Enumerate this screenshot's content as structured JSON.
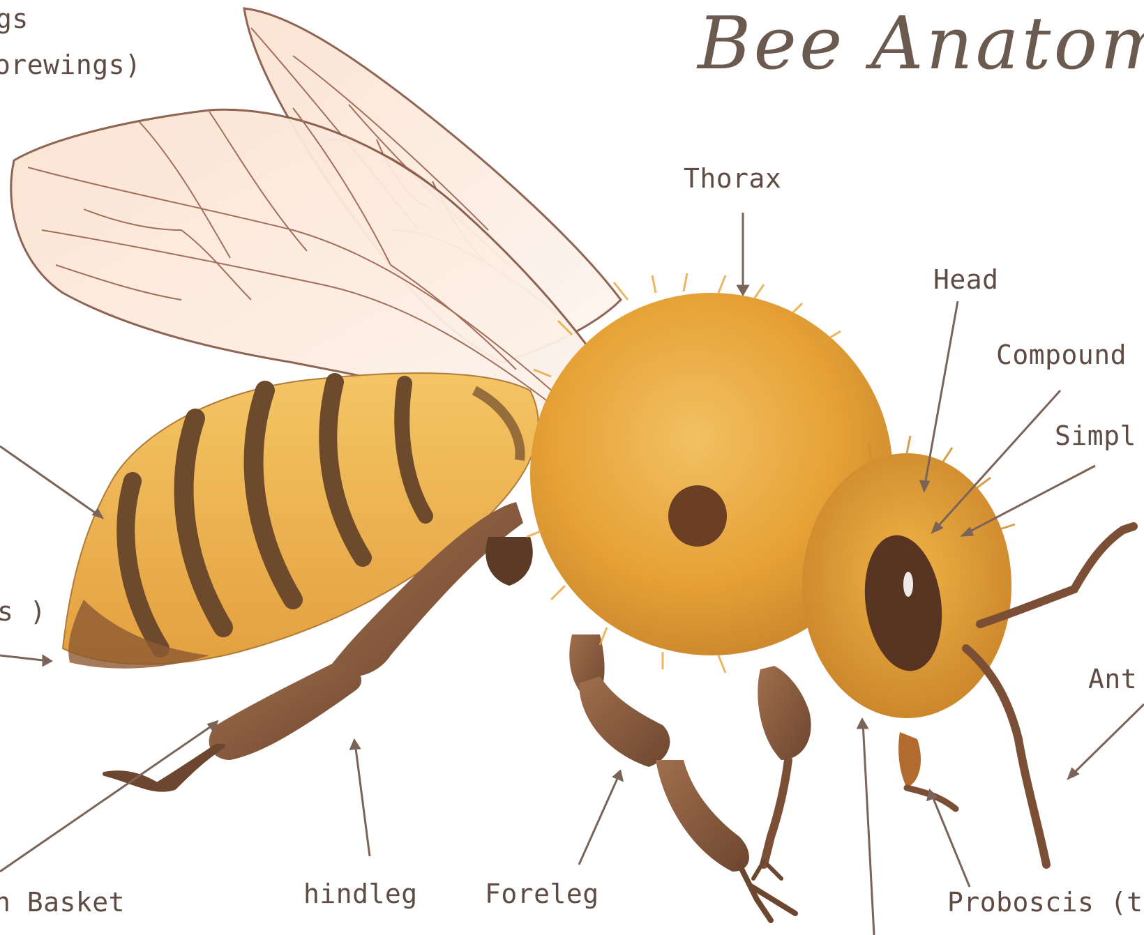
{
  "title": "Bee Anatom",
  "labels": {
    "wings_top": "gs",
    "forewings": "orewings)",
    "thorax": "Thorax",
    "head": "Head",
    "compound": "Compound",
    "simple": "Simpl",
    "left_s": "s )",
    "antennae": "Ant",
    "pollen_basket": "n Basket",
    "hindleg": "hindleg",
    "foreleg": "Foreleg",
    "proboscis": "Proboscis (t"
  },
  "colors": {
    "label": "#5e4b43",
    "arrow": "#7a6459",
    "fur": "#e9a93a",
    "abdomen": "#efb64c",
    "stripe": "#6e4a2c",
    "leg": "#8c5f3f",
    "wing_vein": "#9a6a55"
  }
}
